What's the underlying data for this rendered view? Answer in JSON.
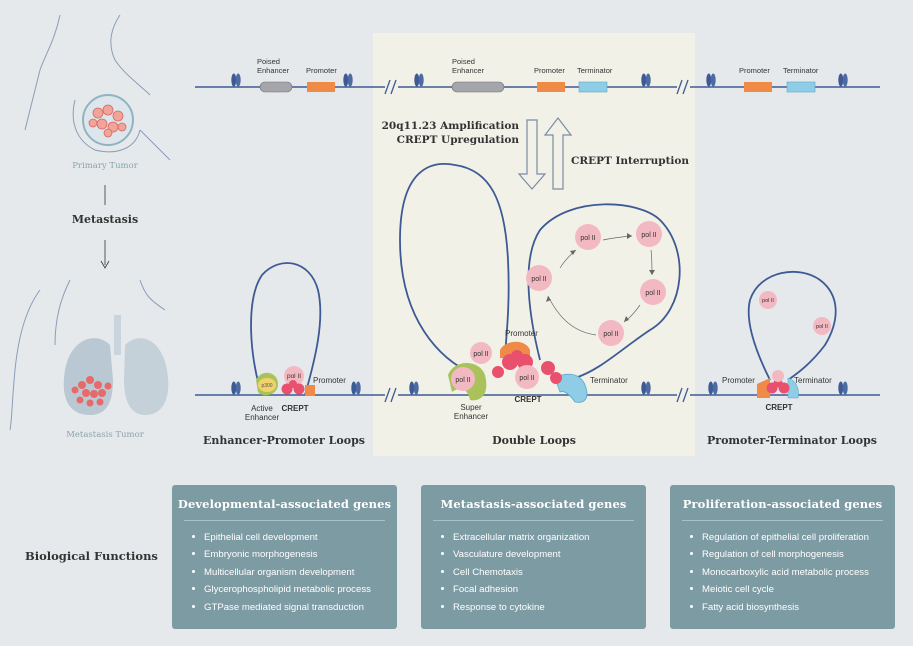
{
  "tumor": {
    "primary_label": "Primary Tumor",
    "metastasis_label": "Metastasis",
    "metastasis_tumor_label": "Metastasis Tumor"
  },
  "dna": {
    "poised_enhancer": [
      "Poised",
      "Enhancer"
    ],
    "promoter": "Promoter",
    "terminator": "Terminator"
  },
  "center": {
    "amplification": "20q11.23 Amplification",
    "upregulation": "CREPT Upregulation",
    "interruption": "CREPT Interruption"
  },
  "loops": {
    "polII": "pol II",
    "p300": "p300",
    "crept": "CREPT",
    "active_enhancer": [
      "Active",
      "Enhancer"
    ],
    "super_enhancer": [
      "Super",
      "Enhancer"
    ],
    "enhancer_promoter_title": "Enhancer-Promoter Loops",
    "double_title": "Double Loops",
    "promoter_terminator_title": "Promoter-Terminator Loops"
  },
  "biological_functions": "Biological Functions",
  "gene_groups": [
    {
      "title": "Developmental-associated genes",
      "items": [
        "Epithelial cell development",
        "Embryonic morphogenesis",
        "Multicellular organism development",
        "Glycerophospholipid metabolic process",
        "GTPase mediated signal transduction"
      ]
    },
    {
      "title": "Metastasis-associated genes",
      "items": [
        "Extracellular matrix organization",
        "Vasculature development",
        "Cell Chemotaxis",
        "Focal adhesion",
        "Response to cytokine"
      ]
    },
    {
      "title": "Proliferation-associated genes",
      "items": [
        "Regulation of epithelial cell proliferation",
        "Regulation of cell morphogenesis",
        "Monocarboxylic acid metabolic process",
        "Meiotic cell cycle",
        "Fatty acid biosynthesis"
      ]
    }
  ],
  "colors": {
    "dna_line": "#3d5a94",
    "promoter": "#ef8b47",
    "terminator": "#8fcde6",
    "enhancer": "#a4a6ab",
    "pol2": "#f3b9c2",
    "crept": "#e8506e",
    "center_panel": "#f2f1e8",
    "box": "#7d9ba3"
  }
}
